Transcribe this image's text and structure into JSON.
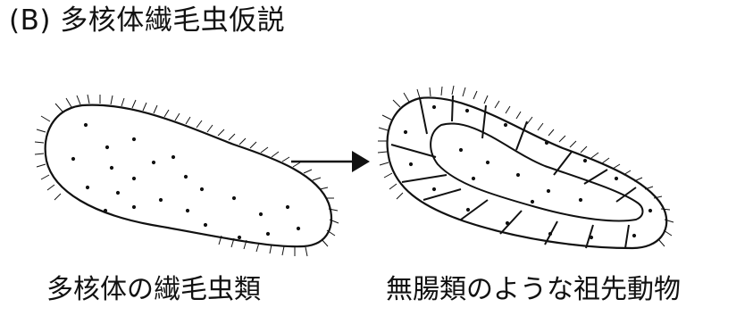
{
  "title": "(B) 多核体繊毛虫仮説",
  "captions": {
    "left": "多核体の繊毛虫類",
    "right": "無腸類のような祖先動物"
  },
  "colors": {
    "ink": "#111111",
    "background": "#ffffff"
  }
}
